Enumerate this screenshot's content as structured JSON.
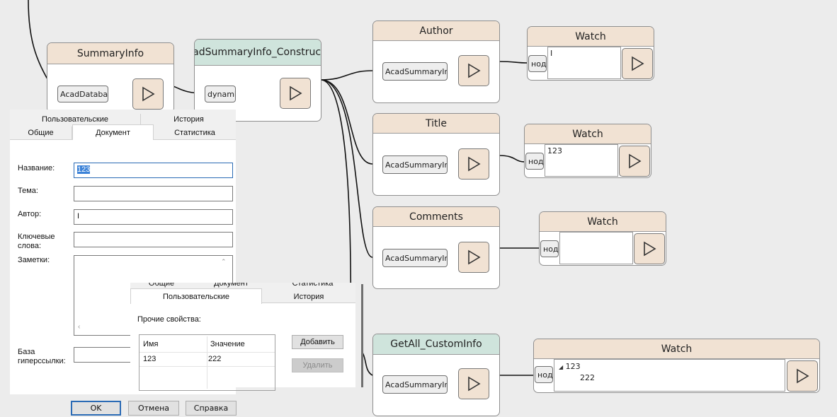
{
  "nodes": {
    "summaryinfo": {
      "title": "SummaryInfo",
      "port": "AcadDatabase"
    },
    "constructor": {
      "title": "AcadSummaryInfo_Constructor",
      "port": "dynamic"
    },
    "author": {
      "title": "Author",
      "port": "AcadSummaryInfo"
    },
    "title": {
      "title": "Title",
      "port": "AcadSummaryInfo"
    },
    "comments": {
      "title": "Comments",
      "port": "AcadSummaryInfo"
    },
    "getall": {
      "title": "GetAll_CustomInfo",
      "port": "AcadSummaryInfo"
    },
    "watch1": {
      "title": "Watch",
      "port": "нод",
      "value": "I"
    },
    "watch2": {
      "title": "Watch",
      "port": "нод",
      "value": "123"
    },
    "watch3": {
      "title": "Watch",
      "port": "нод",
      "value": ""
    },
    "watch4": {
      "title": "Watch",
      "port": "нод",
      "tree_root": "123",
      "tree_child": "222"
    }
  },
  "doc_dialog": {
    "tabs": {
      "custom": "Пользовательские",
      "history": "История",
      "general": "Общие",
      "document": "Документ",
      "stats": "Статистика"
    },
    "labels": {
      "name": "Название:",
      "subject": "Тема:",
      "author": "Автор:",
      "keywords": "Ключевые слова:",
      "notes": "Заметки:",
      "hyperlink": "База гиперссылки:"
    },
    "values": {
      "name": "123",
      "subject": "",
      "author": "I",
      "keywords": "",
      "notes": "",
      "hyperlink": ""
    },
    "buttons": {
      "ok": "OK",
      "cancel": "Отмена",
      "help": "Справка"
    }
  },
  "custom_dialog": {
    "tabs_back": {
      "general": "Общие",
      "document": "Документ",
      "stats": "Статистика"
    },
    "tabs_front": {
      "custom": "Пользовательские",
      "history": "История"
    },
    "section_label": "Прочие свойства:",
    "columns": {
      "name": "Имя",
      "value": "Значение"
    },
    "rows": [
      {
        "name": "123",
        "value": "222"
      }
    ],
    "buttons": {
      "add": "Добавить",
      "remove": "Удалить"
    }
  }
}
